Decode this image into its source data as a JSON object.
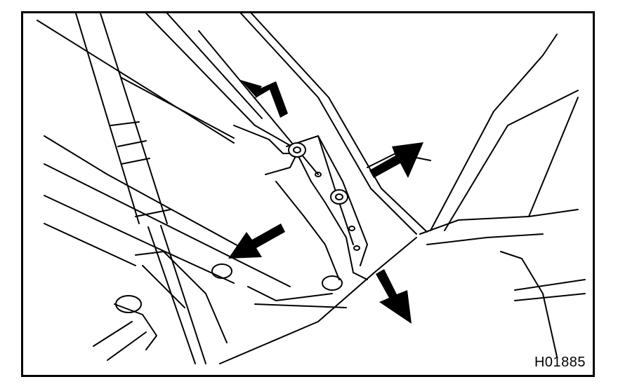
{
  "figure": {
    "id_label": "H01885",
    "line_color": "#000000",
    "background": "#ffffff",
    "arrows": [
      "arrow-up-left",
      "arrow-up-right",
      "arrow-down-left",
      "arrow-down-right"
    ]
  }
}
